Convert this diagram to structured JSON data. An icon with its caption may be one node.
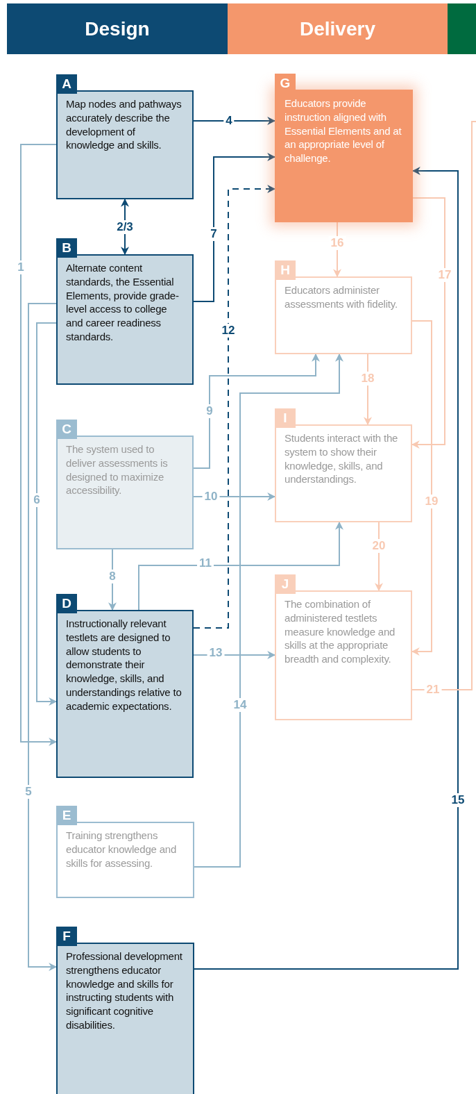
{
  "diagram": {
    "nodes": [
      {
        "text": [
          "Design"
        ]
      },
      {
        "text": [
          "Delivery"
        ]
      },
      {
        "text": [],
        "shape": "bar"
      },
      {
        "text": [
          "A",
          "Map nodes and pathways accurately describe the development of knowledge and skills."
        ]
      },
      {
        "text": [
          "B",
          "Alternate content standards, the Essential Elements, provide grade-level access to college and career readiness standards."
        ]
      },
      {
        "text": [
          "C",
          "The system used to deliver assessments is designed to maximize accessibility."
        ]
      },
      {
        "text": [
          "D",
          "Instructionally relevant testlets are designed to allow students to demonstrate their knowledge, skills, and understandings relative to academic expectations."
        ]
      },
      {
        "text": [
          "E",
          "Training strengthens educator knowledge and skills for assessing."
        ]
      },
      {
        "text": [
          "F",
          "Professional development strengthens educator knowledge and skills for instructing students with significant cognitive disabilities."
        ]
      },
      {
        "text": [
          "G",
          "Educators provide instruction aligned with Essential Elements and at an appropriate level of challenge."
        ]
      },
      {
        "text": [
          "H",
          "Educators administer assessments with fidelity."
        ]
      },
      {
        "text": [
          "I",
          "Students interact with the system to show their knowledge, skills, and understandings."
        ]
      },
      {
        "text": [
          "J",
          "The combination of administered testlets measure knowledge and skills at the appropriate breadth and complexity."
        ]
      }
    ],
    "edges": [
      {
        "from": 3,
        "to": 6,
        "arrow": "to",
        "label": "1"
      },
      {
        "from": 3,
        "to": 4,
        "arrow": "both",
        "label": "2/3",
        "color": "#0d4a73"
      },
      {
        "from": 3,
        "to": 9,
        "arrow": "to",
        "label": "4",
        "color": "#0d4a73"
      },
      {
        "from": 4,
        "to": 8,
        "arrow": "to",
        "label": "5"
      },
      {
        "from": 4,
        "to": 6,
        "arrow": "to",
        "label": "6"
      },
      {
        "from": 4,
        "to": 9,
        "arrow": "to",
        "label": "7",
        "color": "#0d4a73"
      },
      {
        "from": 5,
        "to": 6,
        "arrow": "to",
        "label": "8"
      },
      {
        "from": 5,
        "to": 10,
        "arrow": "to",
        "label": "9"
      },
      {
        "from": 5,
        "to": 11,
        "arrow": "to",
        "label": "10"
      },
      {
        "from": 6,
        "to": 11,
        "arrow": "to",
        "label": "11"
      },
      {
        "from": 6,
        "to": 9,
        "arrow": "to",
        "label": "12",
        "style": "dashed",
        "color": "#0d4a73"
      },
      {
        "from": 6,
        "to": 12,
        "arrow": "to",
        "label": "13"
      },
      {
        "from": 7,
        "to": 10,
        "arrow": "to",
        "label": "14"
      },
      {
        "from": 8,
        "to": 9,
        "arrow": "to",
        "label": "15",
        "color": "#0d4a73"
      },
      {
        "from": 9,
        "to": 10,
        "arrow": "to",
        "label": "16",
        "color": "#f8c9b2"
      },
      {
        "from": 9,
        "to": 11,
        "arrow": "to",
        "label": "17",
        "color": "#f8c9b2"
      },
      {
        "from": 10,
        "to": 11,
        "arrow": "to",
        "label": "18",
        "color": "#f8c9b2"
      },
      {
        "from": 10,
        "to": 12,
        "arrow": "to",
        "label": "19",
        "color": "#f8c9b2"
      },
      {
        "from": 11,
        "to": 12,
        "arrow": "to",
        "label": "20",
        "color": "#f8c9b2"
      },
      {
        "from": 12,
        "to": null,
        "arrow": "none",
        "label": "21",
        "color": "#f8c9b2"
      }
    ]
  }
}
